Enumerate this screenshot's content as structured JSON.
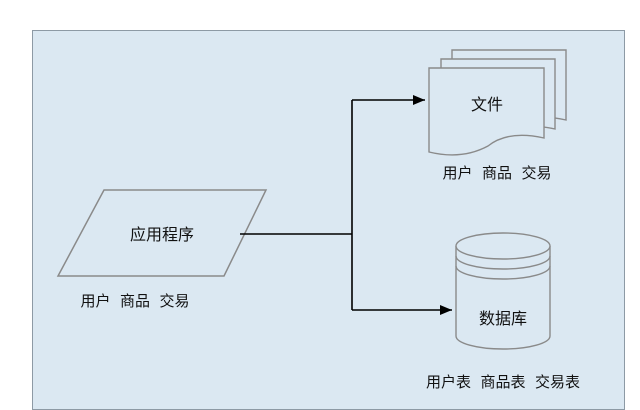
{
  "nodes": {
    "application": {
      "label": "应用程序",
      "caption": "用户  商品  交易"
    },
    "file": {
      "label": "文件",
      "caption": "用户  商品  交易"
    },
    "database": {
      "label": "数据库",
      "caption": "用户表  商品表  交易表"
    }
  },
  "colors": {
    "background": "#dbe8f2",
    "shape_fill": "#dbe8f2",
    "shape_stroke": "#8a8a8a",
    "connector": "#000000"
  }
}
